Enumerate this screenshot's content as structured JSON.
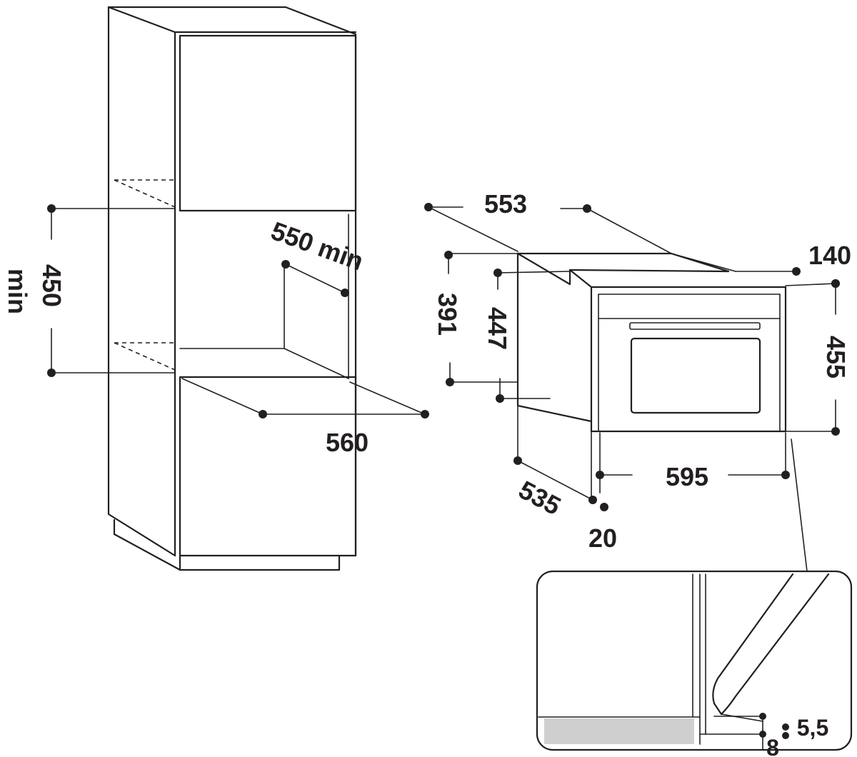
{
  "dimensions": {
    "niche_height": "450",
    "min_label": "min",
    "niche_depth_min": "550 min",
    "niche_width": "560",
    "oven_width_top": "553",
    "oven_rear_depth": "140",
    "oven_body_height": "391",
    "oven_cavity_height": "447",
    "oven_total_height": "455",
    "oven_front_width": "595",
    "oven_depth": "535",
    "front_offset": "20",
    "detail_gap_top": "5,5",
    "detail_gap_bottom": "8"
  }
}
